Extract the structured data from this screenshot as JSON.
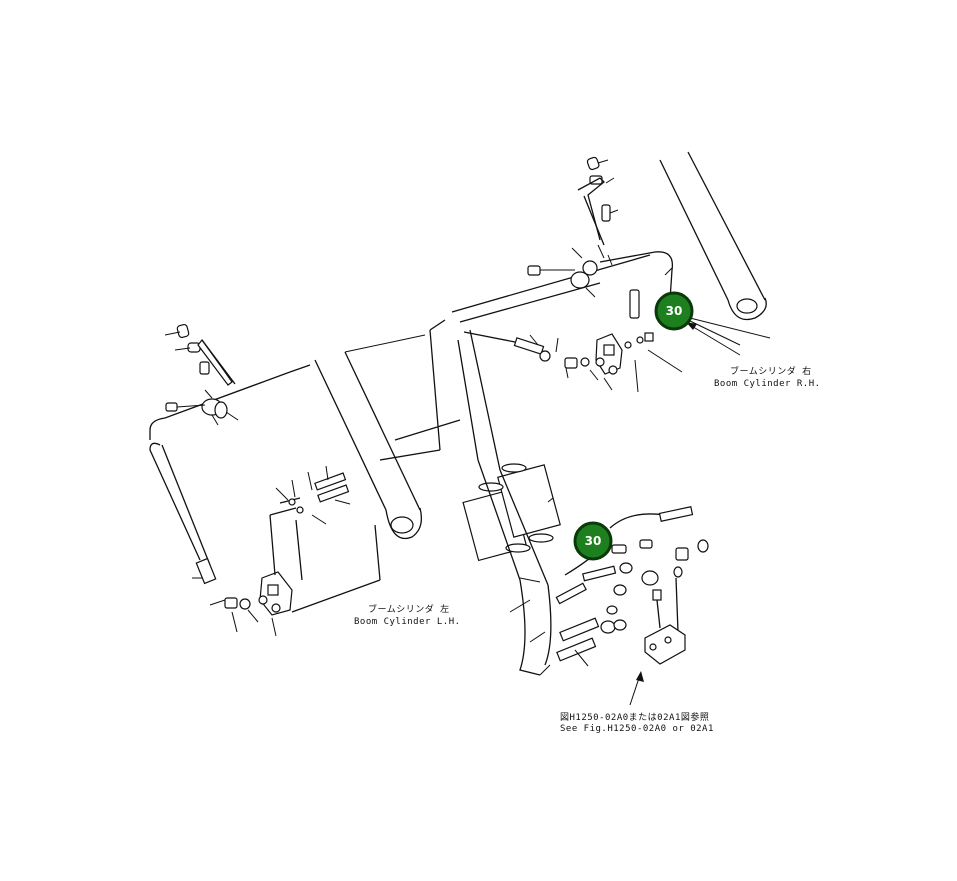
{
  "diagram": {
    "callouts": [
      {
        "id": "callout-upper",
        "label": "30",
        "color": "#1e7f1e"
      },
      {
        "id": "callout-lower",
        "label": "30",
        "color": "#1e7f1e"
      }
    ],
    "labels": {
      "boom_rh_jp": "ブームシリンダ 右",
      "boom_rh_en": "Boom Cylinder R.H.",
      "boom_lh_jp": "ブームシリンダ 左",
      "boom_lh_en": "Boom Cylinder L.H.",
      "see_fig_jp": "図H1250-02A0または02A1図参照",
      "see_fig_en": "See Fig.H1250-02A0 or 02A1"
    }
  }
}
